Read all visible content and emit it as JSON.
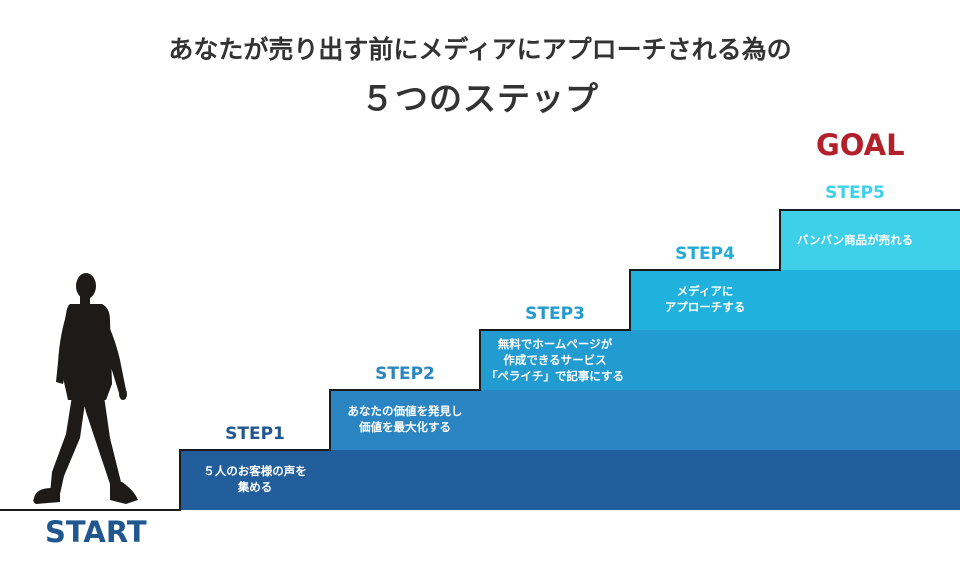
{
  "headline": {
    "line1": "あなたが売り出す前にメディアにアプローチされる為の",
    "line2": "５つのステップ"
  },
  "goal_label": "GOAL",
  "start_label": "START",
  "steps": [
    {
      "label": "STEP1",
      "text_lines": [
        "５人のお客様の声を",
        "集める"
      ]
    },
    {
      "label": "STEP2",
      "text_lines": [
        "あなたの価値を発見し",
        "価値を最大化する"
      ]
    },
    {
      "label": "STEP3",
      "text_lines": [
        "無料でホームページが",
        "作成できるサービス",
        "「ペライチ」で記事にする"
      ]
    },
    {
      "label": "STEP4",
      "text_lines": [
        "メディアに",
        "アプローチする"
      ]
    },
    {
      "label": "STEP5",
      "text_lines": [
        "バンバン商品が売れる"
      ]
    }
  ],
  "colors": {
    "headline": "#333333",
    "goal": "#b3202a",
    "start": "#21578f",
    "step_bands": [
      "#235e9c",
      "#2a85c2",
      "#229bd0",
      "#20b2dc",
      "#3ecfe9"
    ],
    "step_labels": [
      "#21578f",
      "#2a85c2",
      "#229bd0",
      "#24aad9",
      "#3ecfe9"
    ]
  },
  "icons": {
    "walker": "walking-businessman-silhouette-icon"
  }
}
